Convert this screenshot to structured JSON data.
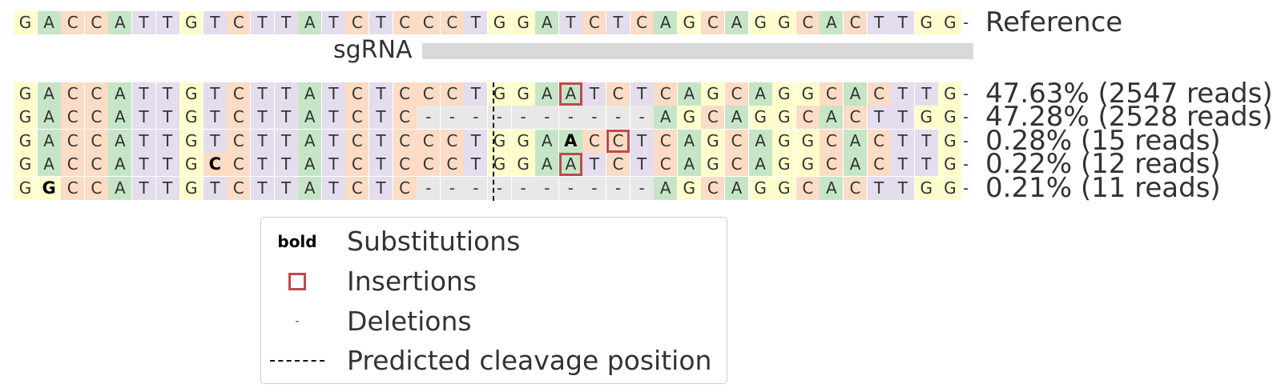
{
  "colors": {
    "A": "#c6e5c7",
    "C": "#fcdcc4",
    "G": "#fefdcc",
    "T": "#e4ddee",
    "deletion": "#e8e8e8",
    "insertion_box": "#c0494d"
  },
  "reference": {
    "sequence": "GACCATTGTCTTATCTCCCTGGATCTCAGCAGGCACTTGG",
    "label": "Reference",
    "sgrna_label": "sgRNA"
  },
  "alleles": [
    {
      "sequence": "GACCATTGTCTTATCTCCCTGGAATCTCAGCAGGCACTTG",
      "label": "47.63% (2547 reads)",
      "bold": [],
      "insertions": [
        23
      ]
    },
    {
      "sequence": "GACCATTGTCTTATCTC--------AGCAGGCACTTGG",
      "label": "47.28% (2528 reads)",
      "bold": [],
      "insertions": []
    },
    {
      "sequence": "GACCATTGTCTTATCTCCCTGGAACCTCAGCAGGCACTTG",
      "label": "0.28% (15 reads)",
      "bold": [
        23
      ],
      "insertions": [
        25
      ]
    },
    {
      "sequence": "GACCATTGCCTTATCTCCCTGGAATCTCAGCAGGCACTTG",
      "label": "0.22% (12 reads)",
      "bold": [
        8
      ],
      "insertions": [
        23
      ]
    },
    {
      "sequence": "GGCCATTGTCTTATCTC--------AGCAGGCACTTGG",
      "label": "0.21% (11 reads)",
      "bold": [
        1
      ],
      "insertions": []
    }
  ],
  "legend": {
    "items": [
      {
        "symbol": "bold",
        "label": "Substitutions"
      },
      {
        "symbol": "",
        "label": "Insertions"
      },
      {
        "symbol": "-",
        "label": "Deletions"
      },
      {
        "symbol": "",
        "label": "Predicted cleavage position"
      }
    ]
  }
}
